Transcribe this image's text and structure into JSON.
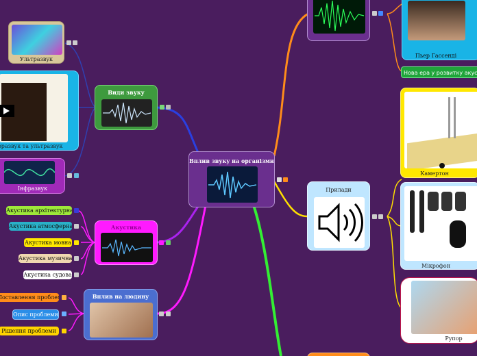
{
  "central": {
    "title": "Вплив звуку на організми"
  },
  "branches": {
    "types": {
      "title": "Види звуку",
      "children": {
        "ultrasound": "Ультразвук",
        "infra_ultra": "Інфразвук та ультразвук",
        "infrasound": "Інфразвук"
      }
    },
    "acoustics": {
      "title": "Акустика",
      "children": [
        "Акустика архітектурна",
        "Акустика атмосферна",
        "Акустика мовна",
        "Акустика музична",
        "Акустика судова"
      ]
    },
    "human": {
      "title": "Вплив на людину",
      "children": [
        "Поставлення проблеми",
        "Опис проблеми",
        "Рішення проблеми"
      ]
    },
    "devices": {
      "title": "Прилади",
      "children": [
        "Камертон",
        "Мікрофон",
        "Рупор"
      ]
    },
    "history": {
      "portrait_caption": "Пьер Гассенді",
      "new_era": "Нова ера у розвитку акустики"
    }
  },
  "colors": {
    "background": "#4a1d5e",
    "types_accent": "#48c448",
    "acoustics_accent": "#ff1aff",
    "human_accent": "#3a6fd6",
    "devices_accent": "#ffd400",
    "history_accent": "#ff8c1a"
  },
  "icons": [
    "notes-icon",
    "attachment-icon",
    "link-icon",
    "play-icon",
    "video-icon",
    "waveform-icon"
  ]
}
